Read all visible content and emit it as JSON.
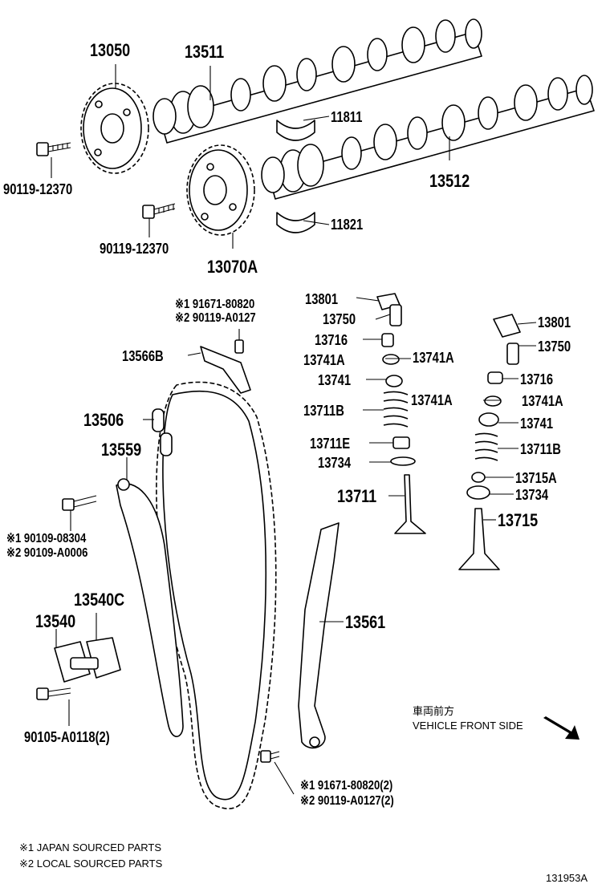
{
  "diagram": {
    "part_labels": {
      "p13050": "13050",
      "p13511": "13511",
      "p11811": "11811",
      "p90119_12370_a": "90119-12370",
      "p13512": "13512",
      "p11821": "11821",
      "p90119_12370_b": "90119-12370",
      "p13070a": "13070A",
      "p91671_80820": "※1 91671-80820",
      "p90119_a0127": "※2 90119-A0127",
      "p13801_a": "13801",
      "p13750_a": "13750",
      "p13716_a": "13716",
      "p13741a_l": "13741A",
      "p13741a_r": "13741A",
      "p13741_a": "13741",
      "p13711b_a": "13711B",
      "p13711e": "13711E",
      "p13734_a": "13734",
      "p13711": "13711",
      "p13801_b": "13801",
      "p13750_b": "13750",
      "p13716_b": "13716",
      "p13741a_l2": "13741A",
      "p13741a_r2": "13741A",
      "p13741_b": "13741",
      "p13711b_b": "13711B",
      "p13715a": "13715A",
      "p13734_b": "13734",
      "p13715": "13715",
      "p13566b": "13566B",
      "p13506": "13506",
      "p13559": "13559",
      "p90109_08304": "※1 90109-08304",
      "p90109_a0006": "※2 90109-A0006",
      "p13540c": "13540C",
      "p13540": "13540",
      "p90105_a0118": "90105-A0118(2)",
      "p13561": "13561",
      "p91671_80820_2": "※1 91671-80820(2)",
      "p90119_a0127_2": "※2 90119-A0127(2)"
    },
    "direction": {
      "japanese": "車両前方",
      "english": "VEHICLE FRONT SIDE"
    },
    "notes": {
      "note1": "※1 JAPAN SOURCED PARTS",
      "note2": "※2 LOCAL SOURCED PARTS"
    },
    "figure_number": "131953A"
  }
}
